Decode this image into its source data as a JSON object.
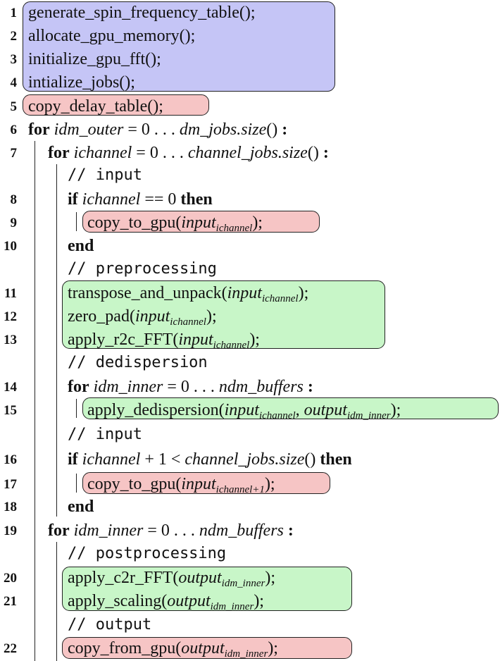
{
  "line_numbers": [
    "1",
    "2",
    "3",
    "4",
    "5",
    "6",
    "7",
    "8",
    "9",
    "10",
    "11",
    "12",
    "13",
    "14",
    "15",
    "16",
    "17",
    "18",
    "19",
    "20",
    "21",
    "22"
  ],
  "code": {
    "l1": "generate_spin_frequency_table();",
    "l2": "allocate_gpu_memory();",
    "l3": "initialize_gpu_fft();",
    "l4": "intialize_jobs();",
    "l5": "copy_delay_table();",
    "l6": {
      "kw": "for",
      "var": "idm_outer",
      "eq": "= 0 . . . ",
      "end": "dm_jobs.size",
      "paren": "()",
      "colon": " :"
    },
    "l7": {
      "kw": "for",
      "var": "ichannel",
      "eq": "= 0 . . . ",
      "end": "channel_jobs.size",
      "paren": "()",
      "colon": " :"
    },
    "c_input": "// input",
    "l8": {
      "kw": "if",
      "var": "ichannel",
      "cond": " == 0 ",
      "then": "then"
    },
    "l9": {
      "fn": "copy_to_gpu(",
      "arg": "input",
      "sub": "ichannel",
      "close": ");"
    },
    "l10": "end",
    "c_pre": "// preprocessing",
    "l11": {
      "fn": "transpose_and_unpack(",
      "arg": "input",
      "sub": "ichannel",
      "close": ");"
    },
    "l12": {
      "fn": "zero_pad(",
      "arg": "input",
      "sub": "ichannel",
      "close": ");"
    },
    "l13": {
      "fn": "apply_r2c_FFT(",
      "arg": "input",
      "sub": "ichannel",
      "close": ");"
    },
    "c_dedisp": "// dedispersion",
    "l14": {
      "kw": "for",
      "var": "idm_inner",
      "eq": "= 0 . . . ",
      "end": "ndm_buffers",
      "colon": " :"
    },
    "l15": {
      "fn": "apply_dedispersion(",
      "arg": "input",
      "sub": "ichannel",
      "sep": ", ",
      "arg2": "output",
      "sub2": "idm_inner",
      "close": ");"
    },
    "c_input2": "// input",
    "l16": {
      "kw": "if",
      "var": "ichannel",
      "cond": " + 1 < ",
      "var2": "channel_jobs.size",
      "paren": "() ",
      "then": "then"
    },
    "l17": {
      "fn": "copy_to_gpu(",
      "arg": "input",
      "sub": "ichannel+1",
      "close": ");"
    },
    "l18": "end",
    "l19": {
      "kw": "for",
      "var": "idm_inner",
      "eq": "= 0 . . . ",
      "end": "ndm_buffers",
      "colon": " :"
    },
    "c_post": "// postprocessing",
    "l20": {
      "fn": "apply_c2r_FFT(",
      "arg": "output",
      "sub": "idm_inner",
      "close": ");"
    },
    "l21": {
      "fn": "apply_scaling(",
      "arg": "output",
      "sub": "idm_inner",
      "close": ");"
    },
    "c_output": "// output",
    "l22": {
      "fn": "copy_from_gpu(",
      "arg": "output",
      "sub": "idm_inner",
      "close": ");"
    }
  },
  "colors": {
    "blue": "#c5c5f6",
    "red": "#f6c5c5",
    "green": "#c8f6c8"
  }
}
